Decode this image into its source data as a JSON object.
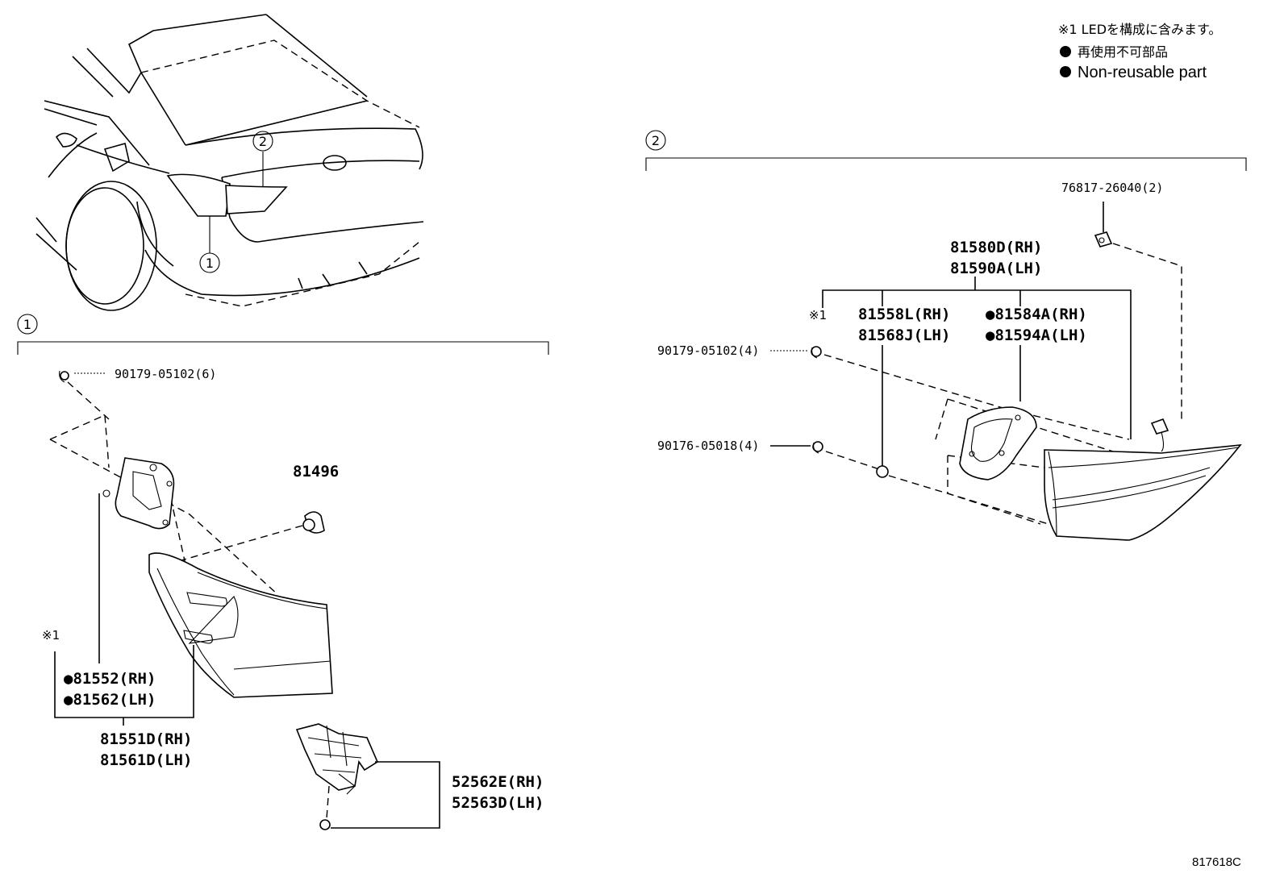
{
  "legend": {
    "led_note": "※1 LEDを構成に含みます。",
    "non_reusable_jp": "再使用不可部品",
    "non_reusable_en": "Non-reusable part",
    "bullet": "●"
  },
  "callouts": {
    "one": "1",
    "two": "2"
  },
  "section1": {
    "number": "1",
    "clip_label": "90179-05102(6)",
    "part_81496": "81496",
    "note_mark": "※1",
    "socket_rh": "●81552(RH)",
    "socket_lh": "●81562(LH)",
    "lamp_rh": "81551D(RH)",
    "lamp_lh": "81561D(LH)",
    "bracket_rh": "52562E(RH)",
    "bracket_lh": "52563D(LH)"
  },
  "section2": {
    "number": "2",
    "clip_label": "76817-26040(2)",
    "lamp_rh": "81580D(RH)",
    "lamp_lh": "81590A(LH)",
    "note_mark": "※1",
    "socket_rh": "81558L(RH)",
    "socket_lh": "81568J(LH)",
    "gasket_rh": "●81584A(RH)",
    "gasket_lh": "●81594A(LH)",
    "nut_label": "90179-05102(4)",
    "nut2_label": "90176-05018(4)"
  },
  "figure_id": "817618C"
}
